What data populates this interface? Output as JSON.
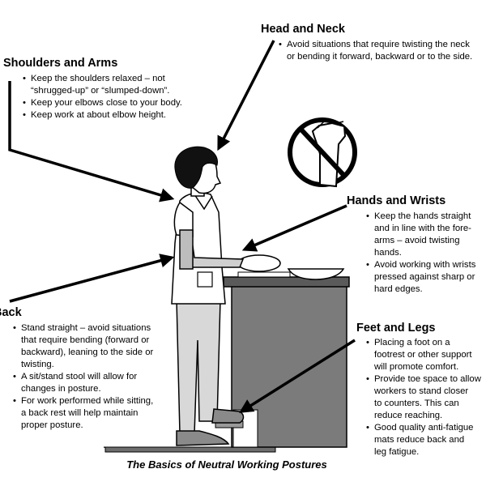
{
  "sections": {
    "head_neck": {
      "title": "Head and Neck",
      "bullets": [
        "Avoid situations that require twisting the neck\nor bending it forward, backward or to the side."
      ]
    },
    "shoulders_arms": {
      "title": "Shoulders and Arms",
      "bullets": [
        "Keep the shoulders relaxed – not\n“shrugged-up” or “slumped-down”.",
        "Keep your elbows close to your body.",
        "Keep work at about elbow height."
      ]
    },
    "hands_wrists": {
      "title": "Hands and Wrists",
      "bullets": [
        "Keep the hands straight\nand in line with the fore-\narms – avoid twisting\nhands.",
        "Avoid working with wrists\npressed against sharp or\nhard edges."
      ]
    },
    "back": {
      "title": "Back",
      "bullets": [
        "Stand straight – avoid situations\nthat require bending (forward or\nbackward), leaning to the side or\ntwisting.",
        "A sit/stand stool will allow for\nchanges in posture.",
        "For work performed while sitting,\na back rest will help maintain\nproper posture."
      ]
    },
    "feet_legs": {
      "title": "Feet and Legs",
      "bullets": [
        "Placing a foot on a\nfootrest or other support\nwill promote comfort.",
        "Provide toe space to allow\nworkers to stand closer\nto counters. This can\nreduce reaching.",
        "Good quality anti-fatigue\nmats reduce back and\nleg fatigue."
      ]
    }
  },
  "caption": "The Basics of Neutral Working Postures",
  "colors": {
    "ink": "#000000",
    "counter": "#7b7b7b",
    "counter_top": "#5a5a5a",
    "mat": "#6e6e6e",
    "shoe": "#8a8a8a",
    "skin": "#ffffff"
  }
}
